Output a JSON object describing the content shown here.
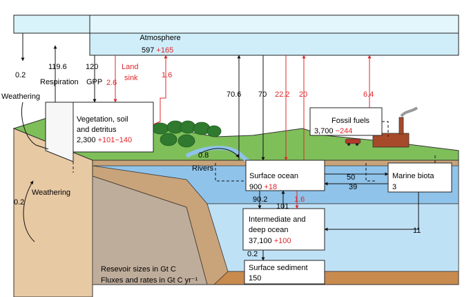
{
  "colors": {
    "atmosphere": "#cfeefa",
    "land_green": "#7fbf5a",
    "soil": "#e7c9a4",
    "ocean_surface": "#8fc3ea",
    "ocean_deep": "#bfe1f6",
    "sediment": "#c98a4e",
    "natural_flux": "#111111",
    "human_flux": "#e0242a"
  },
  "boxes": {
    "atmosphere": {
      "title": "Atmosphere",
      "value": "597",
      "change": "+165"
    },
    "vegetation": {
      "line1": "Vegetation, soil",
      "line2": "and detritus",
      "value": "2,300",
      "change": "+101−140"
    },
    "fossil": {
      "title": "Fossil fuels",
      "value": "3,700",
      "change": "−244"
    },
    "surface_ocean": {
      "title": "Surface ocean",
      "value": "900",
      "change": "+18"
    },
    "marine_biota": {
      "title": "Marine biota",
      "value": "3"
    },
    "deep_ocean": {
      "line1": "Intermediate and",
      "line2": "deep ocean",
      "value": "37,100",
      "change": "+100"
    },
    "sediment": {
      "line1": "Surface sediment",
      "value": "150"
    }
  },
  "fluxes": {
    "weathering_top_value": "0.2",
    "respiration_value": "119.6",
    "respiration_label": "Respiration",
    "gpp_value": "120",
    "gpp_label": "GPP",
    "land_sink_value": "2.6",
    "land_sink_label1": "Land",
    "land_sink_label2": "sink",
    "land_use_value": "1.6",
    "weathering_label": "Weathering",
    "ocean_up": "70.6",
    "ocean_down": "70",
    "ocean_human_down": "22.2",
    "ocean_human_up": "20",
    "fossil_emission": "6.4",
    "rivers_value": "0.8",
    "rivers_label": "Rivers",
    "biota_in": "50",
    "biota_out": "39",
    "deep_down": "90.2",
    "deep_up": "101",
    "deep_human": "1.6",
    "biota_to_deep": "11",
    "sediment_flux": "0.2",
    "weathering_lower_label": "Weathering",
    "weathering_lower_value": "0.2"
  },
  "legend": {
    "line1": "Resevoir sizes in Gt C",
    "line2": "Fluxes and rates in Gt C yr⁻¹"
  }
}
